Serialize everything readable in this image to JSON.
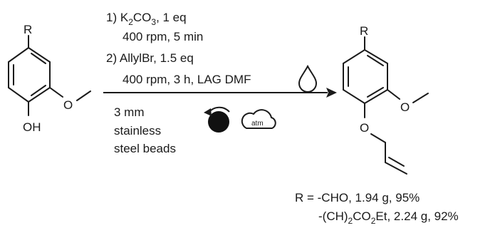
{
  "starting_material": {
    "substituent_label": "R",
    "hydroxyl_label": "OH",
    "methoxy_oxygen": "O"
  },
  "product": {
    "substituent_label": "R",
    "methoxy_oxygen": "O",
    "ether_oxygen": "O"
  },
  "conditions": {
    "step1": {
      "prefix": "1) K",
      "sub": "2",
      "mid": "CO",
      "sub2": "3",
      "suffix": ", 1 eq"
    },
    "step1_detail": "400 rpm, 5 min",
    "step2": "2) AllylBr, 1.5 eq",
    "step2_detail": "400 rpm, 3 h, LAG DMF",
    "beads_line1": "3 mm",
    "beads_line2": "stainless",
    "beads_line3": "steel beads",
    "atmosphere_label": "atm"
  },
  "icons": {
    "liquid": "droplet-icon",
    "milling": "ball-mill-icon",
    "atmosphere": "cloud-icon"
  },
  "results": {
    "line1": "R = -CHO, 1.94 g, 95%",
    "line2": {
      "a": "-(CH)",
      "sub_a": "2",
      "b": "CO",
      "sub_b": "2",
      "c": "Et, 2.24 g, 92%"
    }
  }
}
